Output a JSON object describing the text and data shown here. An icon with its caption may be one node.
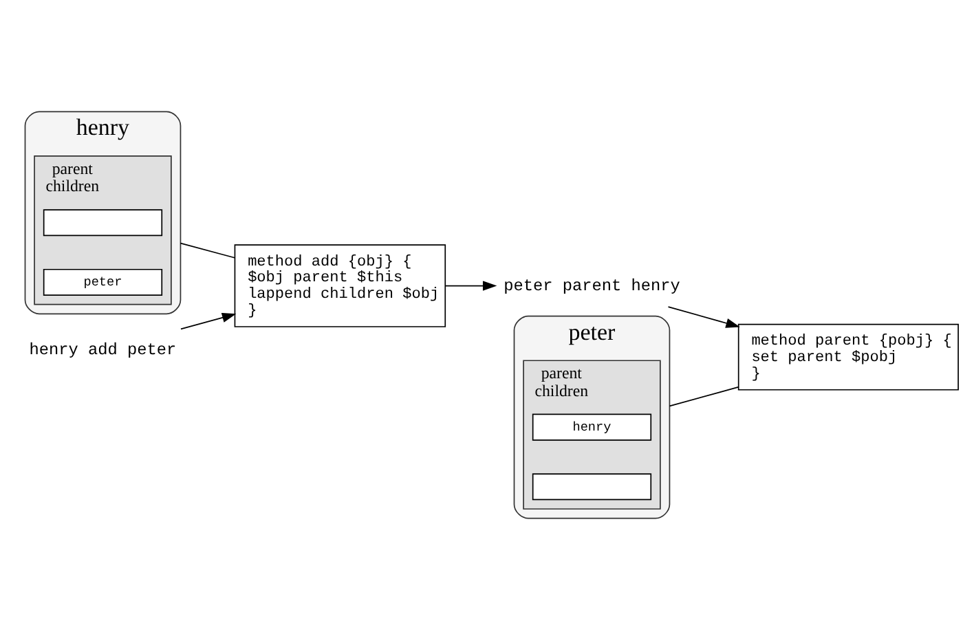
{
  "diagram": {
    "nodes": [
      {
        "text": [
          "henry"
        ]
      },
      {
        "text": [
          "parent",
          "children"
        ],
        "in": 0
      },
      {
        "text": [],
        "shape": "box",
        "in": 1
      },
      {
        "text": [
          "peter"
        ],
        "in": 1
      },
      {
        "text": [
          "method add {obj} {",
          "$obj parent $this",
          "lappend children $obj",
          "}"
        ]
      },
      {
        "text": [
          "henry add peter"
        ]
      },
      {
        "text": [
          "peter parent henry"
        ]
      },
      {
        "text": [
          "peter"
        ]
      },
      {
        "text": [
          "parent",
          "children"
        ],
        "in": 7
      },
      {
        "text": [
          "henry"
        ],
        "in": 8
      },
      {
        "text": [],
        "shape": "box",
        "in": 8
      },
      {
        "text": [
          "method parent {pobj} {",
          "set parent $pobj",
          "}"
        ]
      }
    ],
    "edges": [
      {
        "from": 5,
        "to": 4,
        "arrow": "to"
      },
      {
        "from": 0,
        "to": 4,
        "arrow": "none"
      },
      {
        "from": 4,
        "to": 6,
        "arrow": "to"
      },
      {
        "from": 6,
        "to": 11,
        "arrow": "to"
      },
      {
        "from": 7,
        "to": 11,
        "arrow": "none"
      }
    ]
  }
}
